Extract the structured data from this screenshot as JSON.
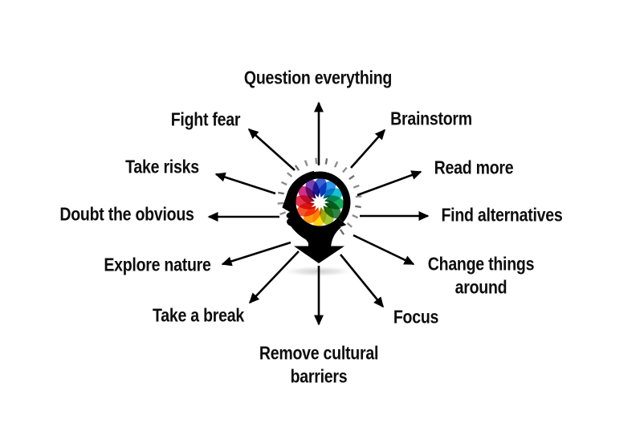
{
  "diagram": {
    "type": "radial-idea-map",
    "center_icon": "creative-head-pinwheel",
    "background_color": "#ffffff",
    "text_color": "#0d0d0d",
    "arrow_color": "#000000",
    "ray_color": "#8d8d8d",
    "petal_colors": [
      "#2a52cc",
      "#1e90e8",
      "#00bcd4",
      "#00a651",
      "#1e7c31",
      "#97c227",
      "#ffd400",
      "#ff9000",
      "#f0461e",
      "#e3203a",
      "#cf1d7e",
      "#6d2fae"
    ],
    "nodes": [
      {
        "label": "Question everything",
        "position": "top"
      },
      {
        "label": "Brainstorm",
        "position": "top-right"
      },
      {
        "label": "Read more",
        "position": "right-upper"
      },
      {
        "label": "Find alternatives",
        "position": "right"
      },
      {
        "label": "Change things around",
        "position": "right-lower"
      },
      {
        "label": "Focus",
        "position": "bottom-right"
      },
      {
        "label": "Remove cultural barriers",
        "position": "bottom"
      },
      {
        "label": "Take a break",
        "position": "bottom-left"
      },
      {
        "label": "Explore nature",
        "position": "left-lower"
      },
      {
        "label": "Doubt the obvious",
        "position": "left"
      },
      {
        "label": "Take risks",
        "position": "left-upper"
      },
      {
        "label": "Fight fear",
        "position": "top-left"
      }
    ]
  }
}
